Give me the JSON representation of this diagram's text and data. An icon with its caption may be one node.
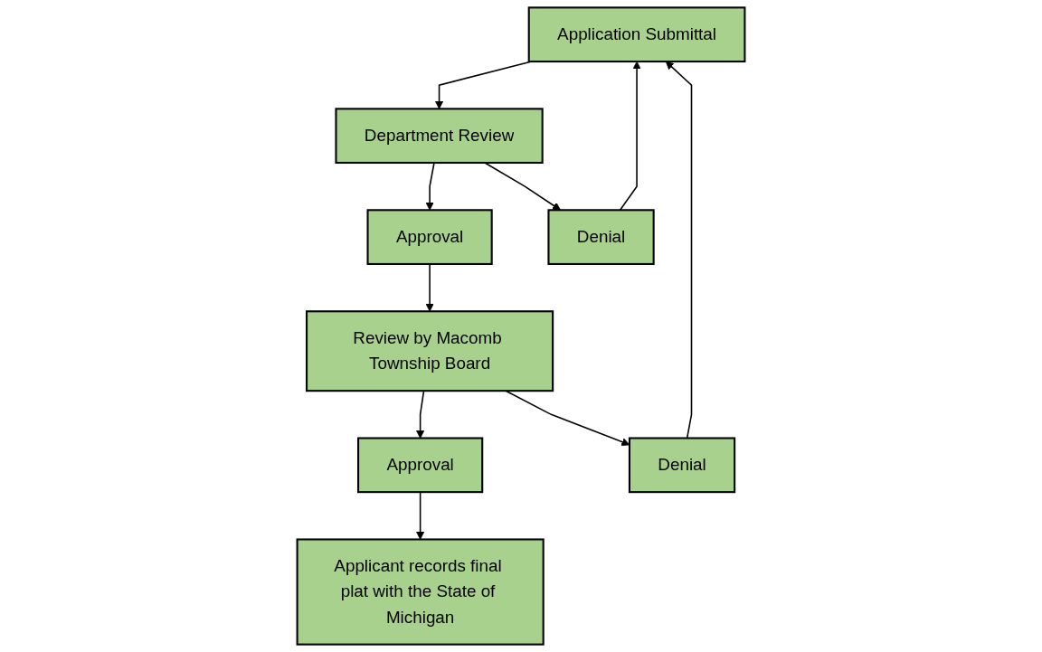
{
  "diagram": {
    "nodes": [
      {
        "text": [
          "Application Submittal"
        ]
      },
      {
        "text": [
          "Department Review"
        ]
      },
      {
        "text": [
          "Approval"
        ]
      },
      {
        "text": [
          "Denial"
        ]
      },
      {
        "text": [
          "Review by Macomb Township Board"
        ]
      },
      {
        "text": [
          "Approval"
        ]
      },
      {
        "text": [
          "Denial"
        ]
      },
      {
        "text": [
          "Applicant records final plat with the State of Michigan"
        ]
      }
    ],
    "edges": [
      {
        "from": 0,
        "to": 1,
        "arrow": "to"
      },
      {
        "from": 1,
        "to": 2,
        "arrow": "to"
      },
      {
        "from": 1,
        "to": 3,
        "arrow": "to"
      },
      {
        "from": 2,
        "to": 4,
        "arrow": "to"
      },
      {
        "from": 4,
        "to": 5,
        "arrow": "to"
      },
      {
        "from": 4,
        "to": 6,
        "arrow": "to"
      },
      {
        "from": 5,
        "to": 7,
        "arrow": "to"
      },
      {
        "from": 3,
        "to": 0,
        "arrow": "to"
      },
      {
        "from": 6,
        "to": 0,
        "arrow": "to"
      }
    ]
  }
}
